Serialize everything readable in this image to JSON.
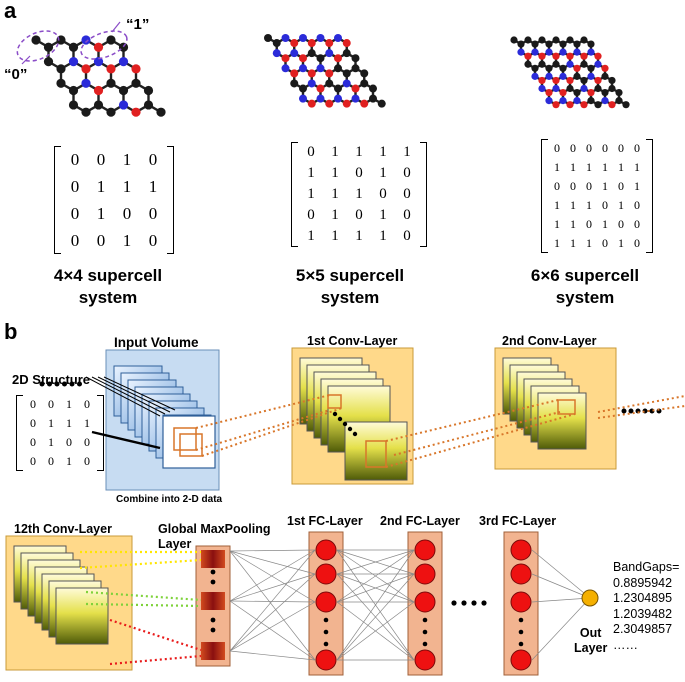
{
  "panel_a": {
    "letter": "a",
    "quote_zero": "“0”",
    "quote_one": "“1”",
    "systems": [
      {
        "caption_line1": "4×4 supercell",
        "caption_line2": "system",
        "matrix": [
          [
            "0",
            "0",
            "1",
            "0"
          ],
          [
            "0",
            "1",
            "1",
            "1"
          ],
          [
            "0",
            "1",
            "0",
            "0"
          ],
          [
            "0",
            "0",
            "1",
            "0"
          ]
        ]
      },
      {
        "caption_line1": "5×5 supercell",
        "caption_line2": "system",
        "matrix": [
          [
            "0",
            "1",
            "1",
            "1",
            "1"
          ],
          [
            "1",
            "1",
            "0",
            "1",
            "0"
          ],
          [
            "1",
            "1",
            "1",
            "0",
            "0"
          ],
          [
            "0",
            "1",
            "0",
            "1",
            "0"
          ],
          [
            "1",
            "1",
            "1",
            "1",
            "0"
          ]
        ]
      },
      {
        "caption_line1": "6×6 supercell",
        "caption_line2": "system",
        "matrix": [
          [
            "0",
            "0",
            "0",
            "0",
            "0",
            "0"
          ],
          [
            "1",
            "1",
            "1",
            "1",
            "1",
            "1"
          ],
          [
            "0",
            "0",
            "0",
            "1",
            "0",
            "1"
          ],
          [
            "1",
            "1",
            "1",
            "0",
            "1",
            "0"
          ],
          [
            "1",
            "1",
            "0",
            "1",
            "0",
            "0"
          ],
          [
            "1",
            "1",
            "1",
            "0",
            "1",
            "0"
          ]
        ]
      }
    ]
  },
  "panel_b": {
    "letter": "b",
    "input_volume": "Input Volume",
    "structure_2d": "2D Structure",
    "combine": "Combine into 2-D data",
    "conv1": "1st Conv-Layer",
    "conv2": "2nd Conv-Layer",
    "conv12": "12th Conv-Layer",
    "pool_line1": "Global MaxPooling",
    "pool_line2": "Layer",
    "fc1": "1st FC-Layer",
    "fc2": "2nd FC-Layer",
    "fc3": "3rd FC-Layer",
    "out_line1": "Out",
    "out_line2": "Layer",
    "bandgaps_title": "BandGaps=",
    "bandgaps_values": [
      "0.8895942",
      "1.2304895",
      "1.2039482",
      "2.3049857",
      "……"
    ],
    "input_matrix": [
      [
        "0",
        "0",
        "1",
        "0"
      ],
      [
        "0",
        "1",
        "1",
        "1"
      ],
      [
        "0",
        "1",
        "0",
        "0"
      ],
      [
        "0",
        "0",
        "1",
        "0"
      ]
    ]
  },
  "colors": {
    "carbon": "#1a1a1a",
    "boron": "#2b2bd9",
    "nitrogen": "#e02020",
    "input_bg": "#c7dcf2",
    "conv_bg": "#ffd98a",
    "fc_bg": "#f2b490",
    "neuron": "#ee1111",
    "out_neuron": "#f5b000"
  }
}
